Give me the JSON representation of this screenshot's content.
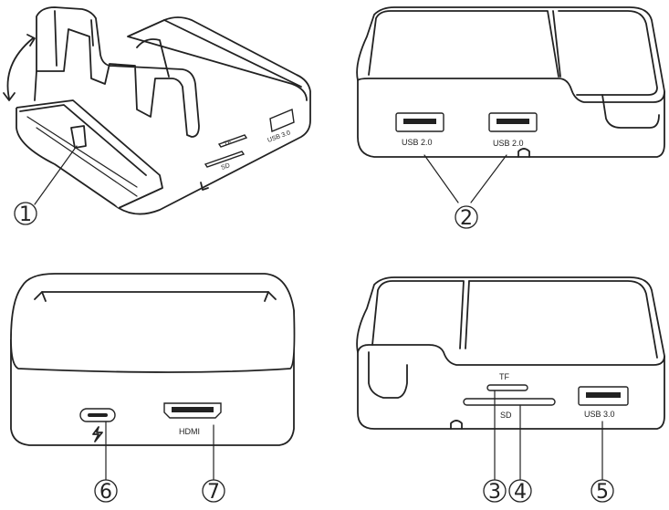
{
  "labels": {
    "tf": "TF",
    "sd": "SD",
    "usb30": "USB 3.0",
    "usb20": "USB 2.0",
    "hdmi": "HDMI"
  },
  "callouts": [
    "1",
    "2",
    "3",
    "4",
    "5",
    "6",
    "7"
  ],
  "icons": [
    "rotate-arrow-icon",
    "lightning-icon"
  ]
}
